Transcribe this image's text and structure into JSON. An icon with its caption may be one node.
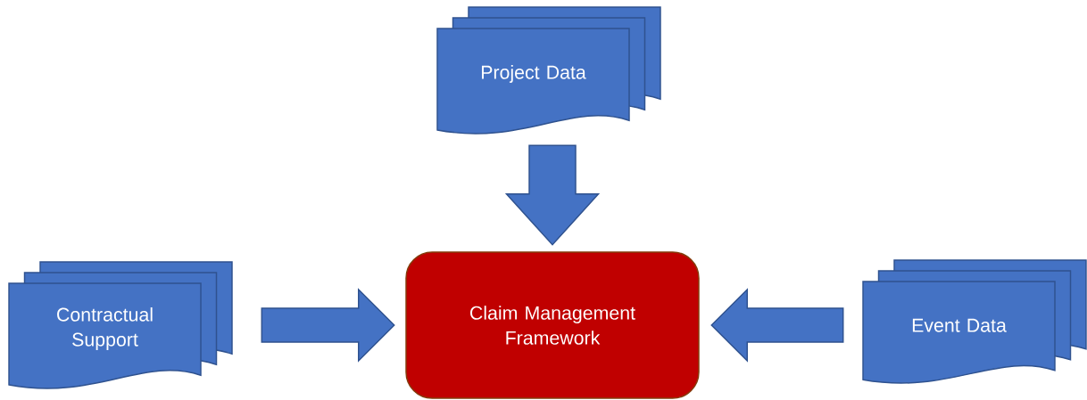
{
  "diagram": {
    "nodes": [
      {
        "text": [
          "Project Data"
        ]
      },
      {
        "text": [
          "Contractual Support"
        ]
      },
      {
        "text": [
          "Claim Management Framework"
        ]
      },
      {
        "text": [
          "Event Data"
        ]
      }
    ],
    "edges": [
      {
        "from": 0,
        "to": 2,
        "arrow": "to"
      },
      {
        "from": 1,
        "to": 2,
        "arrow": "to"
      },
      {
        "from": 3,
        "to": 2,
        "arrow": "to"
      }
    ]
  }
}
